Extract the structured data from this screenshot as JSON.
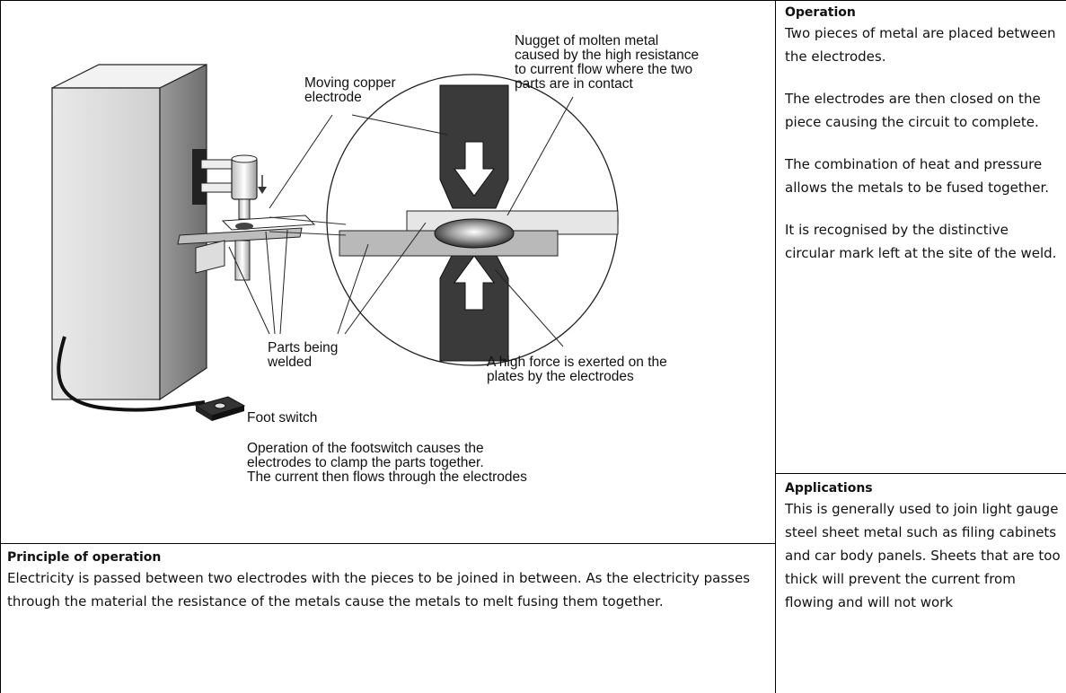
{
  "diagram": {
    "labels": {
      "nugget": [
        "Nugget of molten metal",
        "caused by the high resistance",
        "to current flow where the two",
        "parts are in contact"
      ],
      "moving_electrode": [
        "Moving copper",
        "electrode"
      ],
      "parts_welded": [
        "Parts being",
        "welded"
      ],
      "high_force": [
        "A high force is exerted on the",
        "plates by the electrodes"
      ],
      "foot_switch": "Foot switch",
      "footswitch_note": [
        "Operation of the footswitch causes the",
        "electrodes to clamp the parts together.",
        "The current then flows through the electrodes"
      ]
    }
  },
  "operation": {
    "heading": "Operation",
    "paragraphs": [
      "Two pieces of metal are placed between the electrodes.",
      "The electrodes are then closed on the piece causing the circuit to complete.",
      "The combination of heat and pressure allows the metals to be fused together.",
      "It is recognised by the distinctive circular mark left at the site of the weld."
    ]
  },
  "applications": {
    "heading": "Applications",
    "text": "This is generally used to join light gauge steel sheet metal such as filing cabinets and car body panels. Sheets that are too thick will prevent the current from flowing and will not work"
  },
  "principle": {
    "heading": "Principle of operation",
    "text": "Electricity is passed between two electrodes with the pieces to be joined in between. As the electricity passes through the material the resistance of the metals cause the metals to melt fusing them together."
  }
}
